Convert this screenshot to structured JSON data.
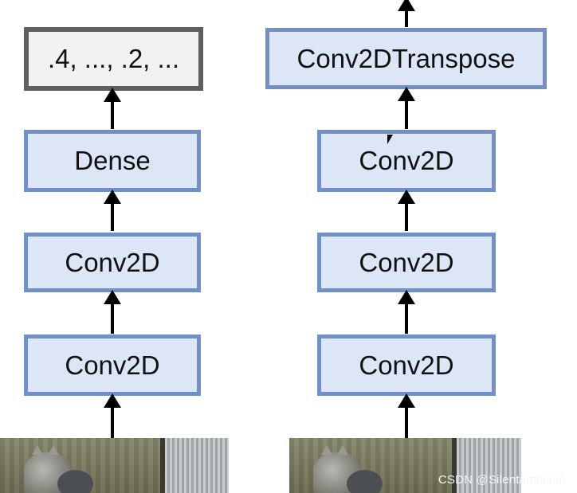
{
  "left_network": {
    "output_label": ".4, ..., .2, ...",
    "dense_label": "Dense",
    "conv_upper_label": "Conv2D",
    "conv_lower_label": "Conv2D"
  },
  "right_network": {
    "transpose_label": "Conv2DTranspose",
    "conv_top_label": "Conv2D",
    "conv_middle_label": "Conv2D",
    "conv_bottom_label": "Conv2D"
  },
  "watermark": "CSDN @Silentambition",
  "colors": {
    "layer_fill": "#dce6f7",
    "layer_border": "#7390c4",
    "output_fill": "#f2f2f2",
    "output_border": "#5f5f5f"
  }
}
